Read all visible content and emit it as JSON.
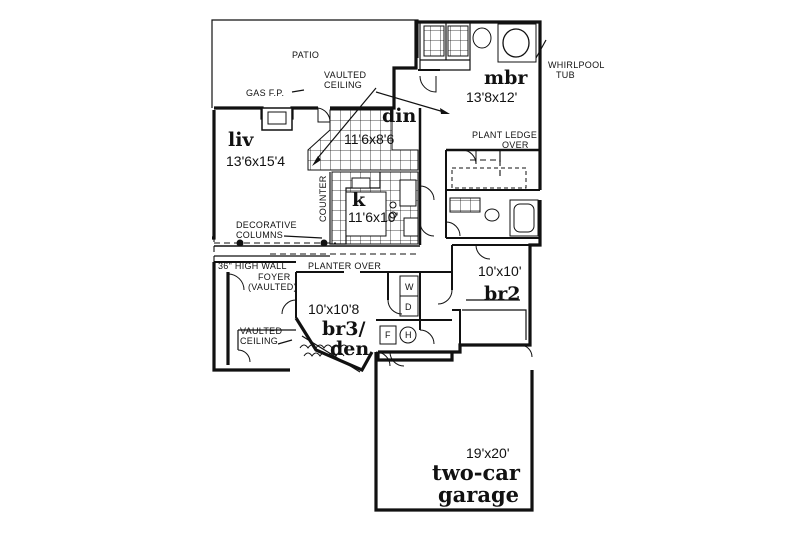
{
  "labels": {
    "patio": "PATIO",
    "whirlpool_line1": "WHIRLPOOL",
    "whirlpool_line2": "TUB",
    "vaulted_ceiling_line1": "VAULTED",
    "vaulted_ceiling_line2": "CEILING",
    "gas_fp": "GAS F.P.",
    "plant_ledge_line1": "PLANT LEDGE",
    "plant_ledge_line2": "OVER",
    "counter": "COUNTER",
    "decorative_columns_line1": "DECORATIVE",
    "decorative_columns_line2": "COLUMNS",
    "high_wall": "36\" HIGH WALL",
    "planter_over": "PLANTER OVER",
    "foyer_line1": "FOYER",
    "foyer_line2": "(VAULTED)",
    "vaulted_ceiling2_line1": "VAULTED",
    "vaulted_ceiling2_line2": "CEILING",
    "washer": "W",
    "dryer": "D",
    "furnace": "F",
    "water_heater": "H"
  },
  "rooms": {
    "mbr": {
      "name": "mbr",
      "dim": "13'8x12'"
    },
    "din": {
      "name": "din",
      "dim": "11'6x8'6"
    },
    "liv": {
      "name": "liv",
      "dim": "13'6x15'4"
    },
    "k": {
      "name": "k",
      "dim": "11'6x10'"
    },
    "br2": {
      "name": "br2",
      "dim": "10'x10'"
    },
    "br3": {
      "name_line1": "br3/",
      "name_line2": "den",
      "dim": "10'x10'8"
    },
    "garage": {
      "dim": "19'x20'",
      "name_line1": "two-car",
      "name_line2": "garage"
    }
  }
}
